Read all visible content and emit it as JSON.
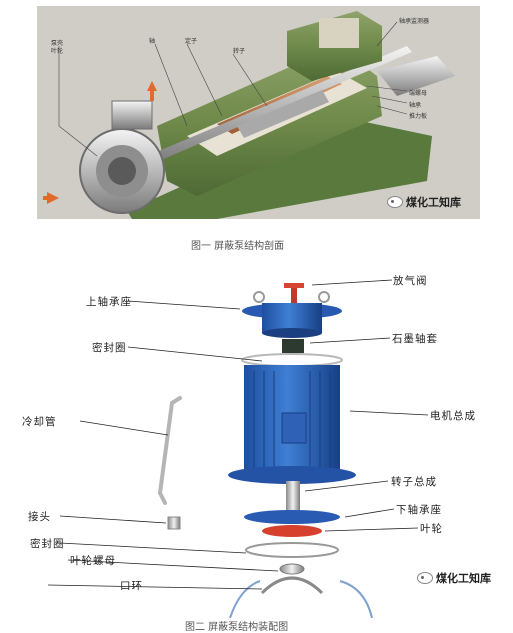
{
  "figure1": {
    "labels": {
      "l1": "泵壳",
      "l2": "叶轮",
      "l3": "轴",
      "l4": "定子",
      "l5": "转子",
      "l6": "轴承监测器",
      "l7": "端螺母",
      "l8": "轴承",
      "l9": "推力板"
    },
    "watermark": "煤化工知库",
    "caption": "图一  屏蔽泵结构剖面"
  },
  "figure2": {
    "labels": {
      "upper_bearing_seat": "上轴承座",
      "vent_valve": "放气阀",
      "graphite_sleeve": "石墨轴套",
      "seal_ring_top": "密封圈",
      "motor_assembly": "电机总成",
      "cooling_pipe": "冷却管",
      "rotor_assembly": "转子总成",
      "lower_bearing_seat": "下轴承座",
      "joint": "接头",
      "impeller": "叶轮",
      "seal_ring_bottom": "密封圈",
      "impeller_nut": "叶轮螺母",
      "mouth_ring": "口环"
    },
    "watermark": "煤化工知库",
    "caption": "图二  屏蔽泵结构装配图"
  }
}
